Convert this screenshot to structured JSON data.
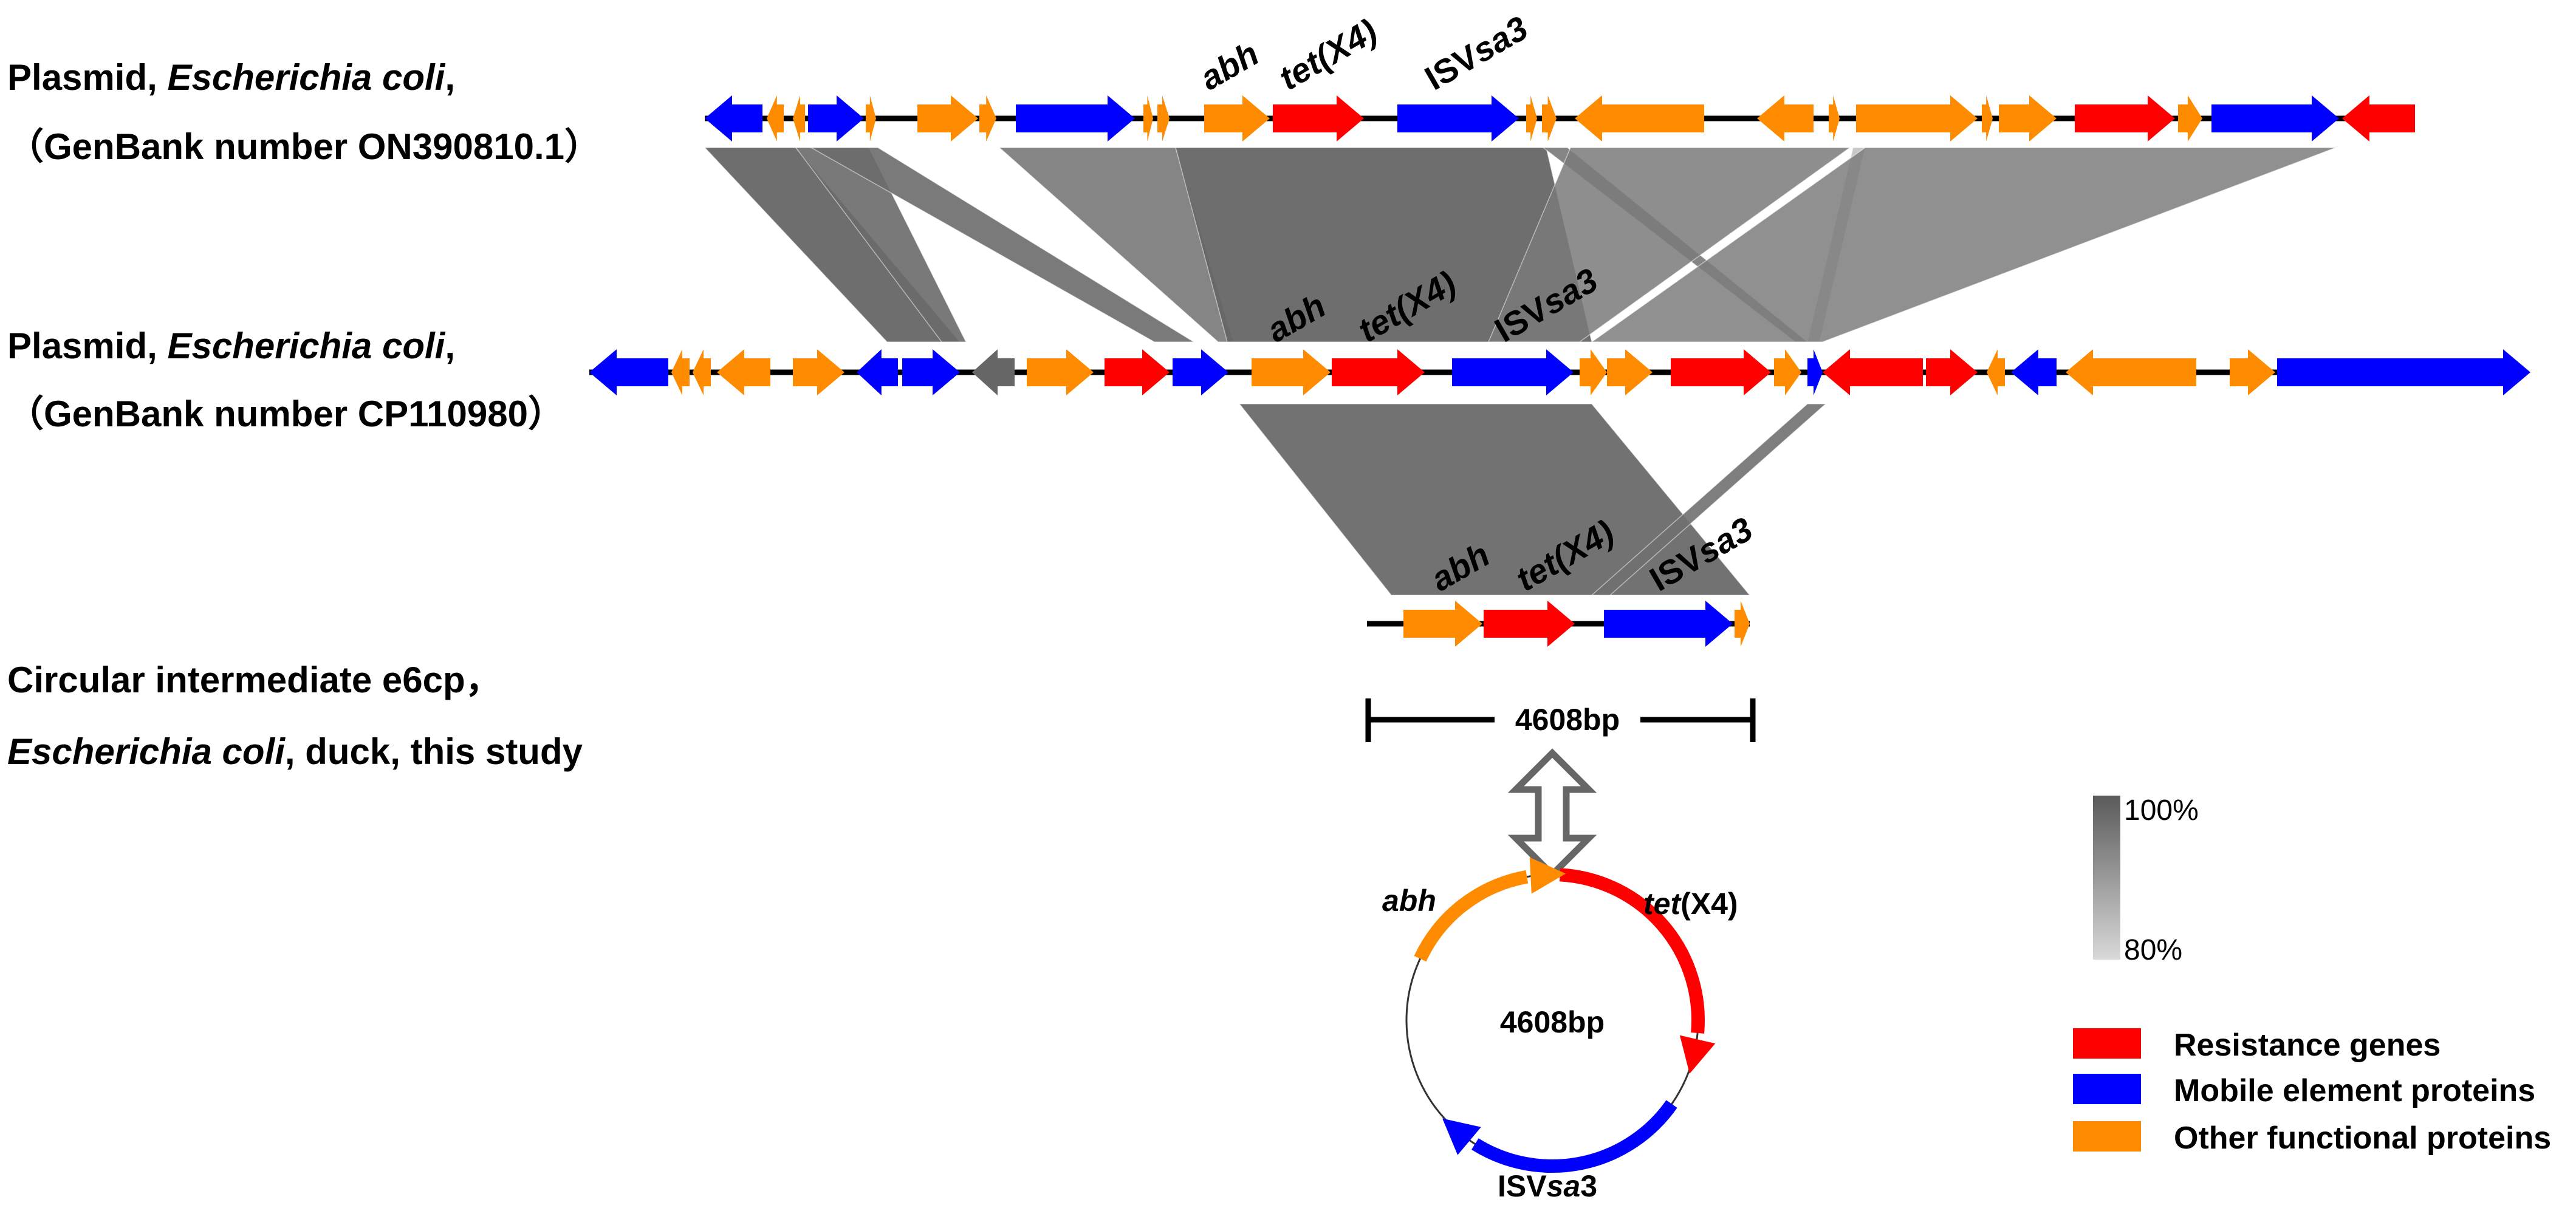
{
  "tracks": [
    {
      "id": "on390810",
      "label_prefix": "Plasmid, ",
      "label_italic": "Escherichia coli",
      "label_suffix": ",",
      "label2": "（GenBank number ON390810.1）"
    },
    {
      "id": "cp110980",
      "label_prefix": "Plasmid, ",
      "label_italic": "Escherichia coli",
      "label_suffix": ",",
      "label2": "（GenBank number CP110980）"
    },
    {
      "id": "e6cp",
      "label1": "Circular intermediate e6cp，",
      "label2_italic": "Escherichia coli",
      "label2_suffix": ", duck, this study"
    }
  ],
  "gene_labels": {
    "abh": "abh",
    "tet_x4": "tet(X4)",
    "isvsa3_prefix": "ISV",
    "isvsa3_italic": "sa3"
  },
  "size_bar": {
    "label": "4608bp"
  },
  "circle": {
    "center_label": "4608bp",
    "abh": "abh",
    "tet_italic": "tet",
    "tet_suffix": "(X4)",
    "is_prefix": "ISV",
    "is_italic": "sa",
    "is_suffix": "3"
  },
  "identity_scale": {
    "max_label": "100%",
    "min_label": "80%"
  },
  "legend": [
    {
      "label": "Resistance genes",
      "color": "#ff0000"
    },
    {
      "label": "Mobile element proteins",
      "color": "#0000ff"
    },
    {
      "label": "Other functional proteins",
      "color": "#ff8c00"
    }
  ],
  "colors": {
    "resistance": "#ff0000",
    "mobile": "#0000ff",
    "other": "#ff8c00",
    "hypothetical": "#666666"
  }
}
